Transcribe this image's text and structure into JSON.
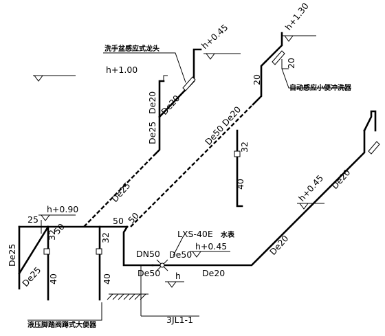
{
  "labels": {
    "h_130": "h+1.30",
    "h_045_top": "h+0.45",
    "h_100": "h+1.00",
    "h_090": "h+0.90",
    "h_045_meter": "h+0.45",
    "h_045_right": "h+0.45",
    "h_base": "h",
    "de20_a": "De20",
    "de25_a": "De25",
    "de20_b": "De20",
    "de50_de20": "De50 De20",
    "de25_b": "De25",
    "de25_c": "De25",
    "de25_d": "De25",
    "de20_right": "De20",
    "de20_c": "De20",
    "de20_d": "De20",
    "de50_a": "De50",
    "de50_b": "De50",
    "n_20_top": "20",
    "n_20_mid": "20",
    "n_32_a": "32",
    "n_40_a": "40",
    "n_25": "25",
    "n_32_b": "32",
    "n_50_a": "50",
    "n_32_c": "32",
    "n_50_b": "50",
    "n_50_c": "50",
    "n_40_b": "40",
    "n_40_c": "40",
    "dn50": "DN50",
    "meter_code": "LXS-40E",
    "riser_code": "3JL1-1"
  },
  "annotations": {
    "basin_valve": "洗手盆感应式龙头",
    "urinal_flush": "自动感应小便冲洗器",
    "meter_cn": "水表",
    "squat_valve": "液压脚踏阀蹲式大便器"
  }
}
